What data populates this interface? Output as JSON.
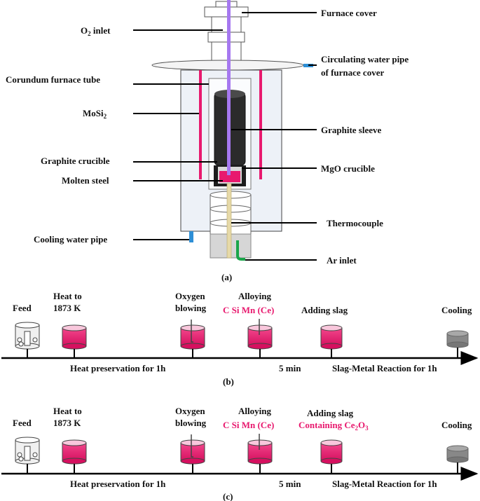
{
  "panel_a": {
    "labels": {
      "furnace_cover": "Furnace cover",
      "o2_inlet_main": "O",
      "o2_inlet_sub": "2",
      "o2_inlet_rest": " inlet",
      "circulating_1": "Circulating water pipe",
      "circulating_2": "of furnace cover",
      "corundum_tube": "Corundum furnace tube",
      "mosi_main": "MoSi",
      "mosi_sub": "2",
      "graphite_sleeve": "Graphite sleeve",
      "graphite_crucible": "Graphite crucible",
      "mgo_crucible": "MgO crucible",
      "molten_steel": "Molten steel",
      "thermocouple": "Thermocouple",
      "cooling_water_pipe": "Cooling water pipe",
      "ar_inlet": "Ar inlet"
    },
    "caption": "(a)"
  },
  "panel_b": {
    "feed": "Feed",
    "heat_to_1": "Heat to",
    "heat_to_2": "1873 K",
    "oxygen_1": "Oxygen",
    "oxygen_2": "blowing",
    "alloying": "Alloying",
    "alloy_elements": "C  Si  Mn (Ce)",
    "adding_slag": "Adding  slag",
    "cooling": "Cooling",
    "heat_preservation": "Heat preservation  for 1h",
    "five_min": "5 min",
    "slag_metal": "Slag-Metal Reaction for 1h",
    "caption": "(b)"
  },
  "panel_c": {
    "feed": "Feed",
    "heat_to_1": "Heat to",
    "heat_to_2": "1873 K",
    "oxygen_1": "Oxygen",
    "oxygen_2": "blowing",
    "alloying": "Alloying",
    "alloy_elements": "C  Si  Mn (Ce)",
    "adding_slag": "Adding  slag",
    "containing_main": "Containing  Ce",
    "containing_sub1": "2",
    "containing_mid": "O",
    "containing_sub2": "3",
    "cooling": "Cooling",
    "heat_preservation": "Heat preservation  for 1h",
    "five_min": "5 min",
    "slag_metal": "Slag-Metal Reaction for 1h",
    "caption": "(c)"
  },
  "colors": {
    "pink": "#e8196e",
    "violet": "#a678f0",
    "green": "#1aa64a",
    "blue": "#2e8fd6",
    "steel_gray": "#888888"
  }
}
